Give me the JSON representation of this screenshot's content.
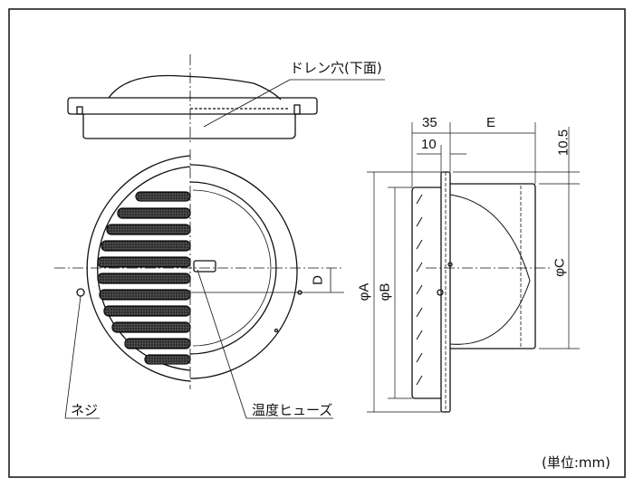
{
  "labels": {
    "drain_hole": "ドレン穴(下面)",
    "screw": "ネジ",
    "thermal_fuse": "温度ヒューズ",
    "unit": "(単位:mm)"
  },
  "dimensions": {
    "depth_total": "35",
    "flange": "10",
    "hood_depth": "E",
    "offset_top": "10.5",
    "phi_a": "φA",
    "phi_b": "φB",
    "phi_c": "φC",
    "offset_d": "D"
  },
  "colors": {
    "line": "#111111",
    "mesh": "#555555"
  }
}
